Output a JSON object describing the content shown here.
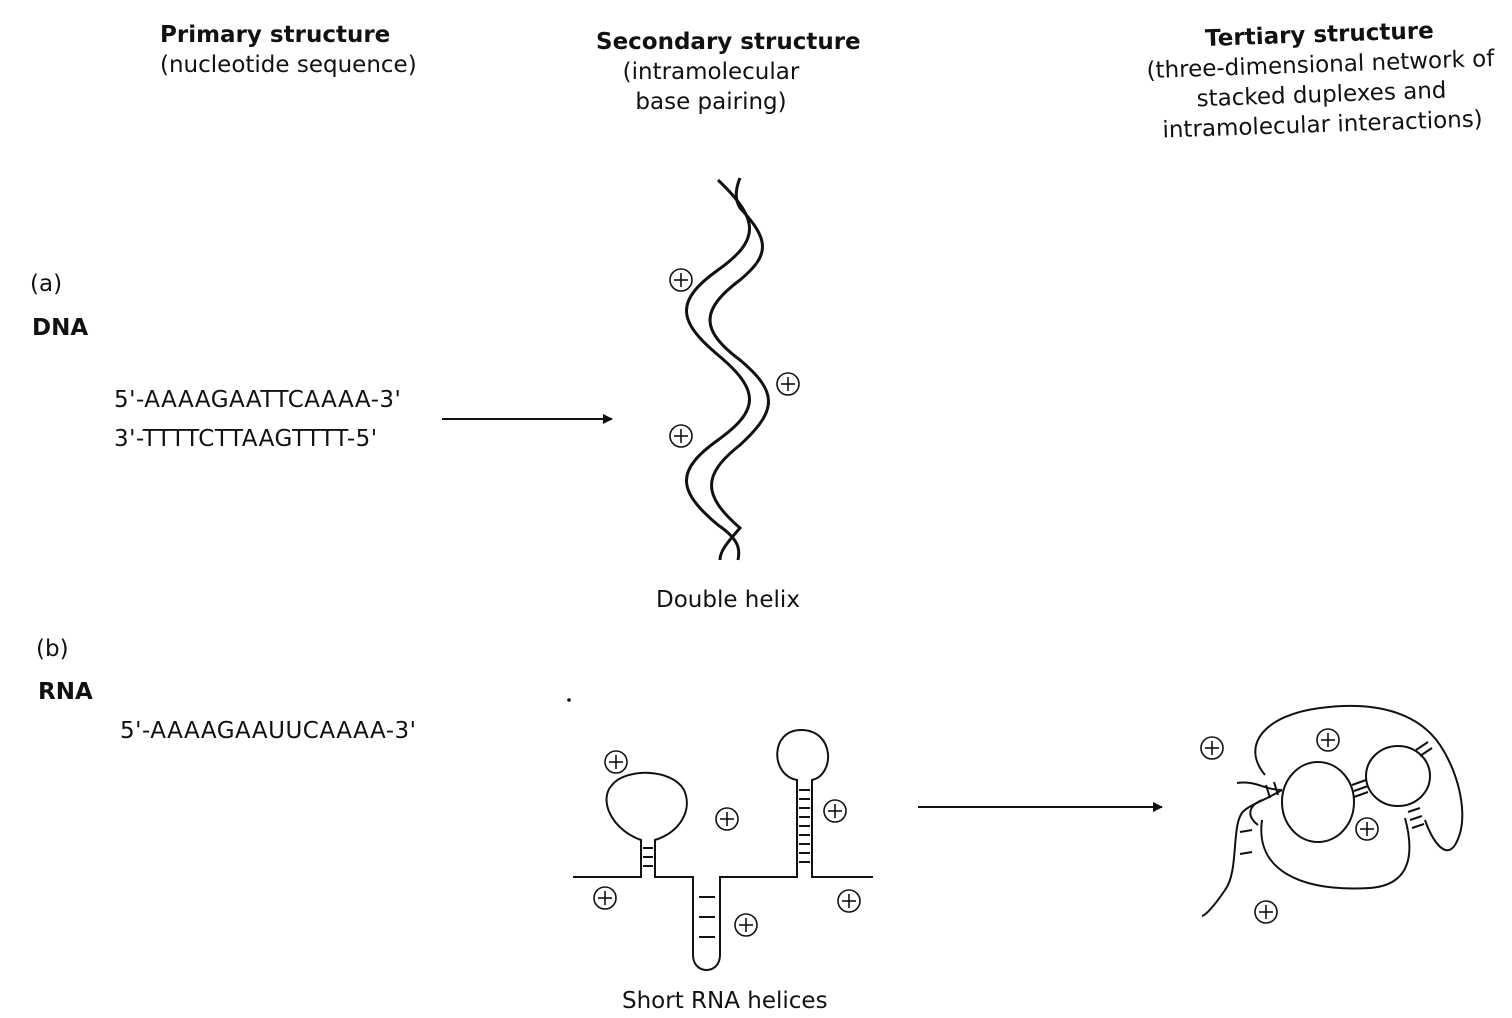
{
  "headers": {
    "primary": {
      "title": "Primary structure",
      "sub": "(nucleotide sequence)"
    },
    "secondary": {
      "title": "Secondary structure",
      "sub1": "(intramolecular",
      "sub2": "base pairing)"
    },
    "tertiary": {
      "title": "Tertiary structure",
      "sub1": "(three-dimensional network of",
      "sub2": "stacked duplexes and",
      "sub3": "intramolecular interactions)"
    }
  },
  "panel_a": {
    "tag": "(a)",
    "molecule": "DNA",
    "strand1": "5'-AAAAGAATTCAAAA-3'",
    "strand2": "3'-TTTTCTTAAGTTTT-5'",
    "caption": "Double helix"
  },
  "panel_b": {
    "tag": "(b)",
    "molecule": "RNA",
    "strand": "5'-AAAAGAAUUCAAAA-3'",
    "caption": "Short RNA helices"
  },
  "icons": {
    "charge": "plus-charge-icon",
    "arrow": "arrow-right-icon"
  }
}
